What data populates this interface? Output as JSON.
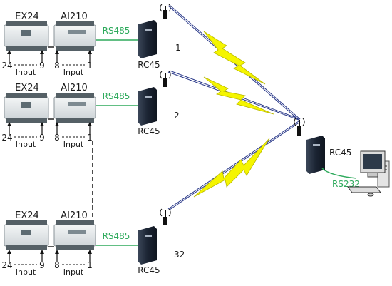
{
  "rows": [
    {
      "ex_label": "EX24",
      "ai_label": "AI210",
      "link_label": "RS485",
      "modem_label": "RC45",
      "number": "1",
      "ex_left": "24",
      "ex_right": "9",
      "ex_input": "Input",
      "ai_left": "8",
      "ai_right": "1",
      "ai_input": "Input"
    },
    {
      "ex_label": "EX24",
      "ai_label": "AI210",
      "link_label": "RS485",
      "modem_label": "RC45",
      "number": "2",
      "ex_left": "24",
      "ex_right": "9",
      "ex_input": "Input",
      "ai_left": "8",
      "ai_right": "1",
      "ai_input": "Input"
    },
    {
      "ex_label": "EX24",
      "ai_label": "AI210",
      "link_label": "RS485",
      "modem_label": "RC45",
      "number": "32",
      "ex_left": "24",
      "ex_right": "9",
      "ex_input": "Input",
      "ai_left": "8",
      "ai_right": "1",
      "ai_input": "Input"
    }
  ],
  "base": {
    "modem_label": "RC45",
    "link_label": "RS232"
  },
  "colors": {
    "link": "#2eaa5c",
    "bolt": "#f5f500",
    "bolt_outline": "#b8b800",
    "wave": "#2b3a8a",
    "module": "#e9ecee",
    "modem": "#1d2736"
  }
}
